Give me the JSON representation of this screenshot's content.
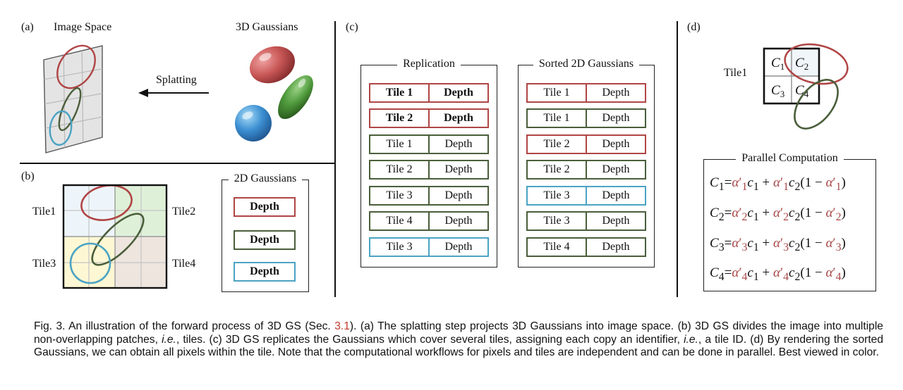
{
  "panel_a": {
    "label": "(a)",
    "image_space_title": "Image Space",
    "gaussians_title": "3D Gaussians",
    "arrow_label": "Splatting"
  },
  "panel_b": {
    "label": "(b)",
    "tiles": [
      "Tile1",
      "Tile2",
      "Tile3",
      "Tile4"
    ],
    "legend_title": "2D Gaussians",
    "legend_items": [
      {
        "text": "Depth",
        "color": "#b04545"
      },
      {
        "text": "Depth",
        "color": "#4a5e3a"
      },
      {
        "text": "Depth",
        "color": "#4ba3c3"
      }
    ]
  },
  "panel_c": {
    "label": "(c)",
    "replication": {
      "title": "Replication",
      "rows": [
        {
          "tile": "Tile 1",
          "depth": "Depth",
          "color": "#b04545",
          "bold": true
        },
        {
          "tile": "Tile 2",
          "depth": "Depth",
          "color": "#b04545",
          "bold": true
        },
        {
          "tile": "Tile 1",
          "depth": "Depth",
          "color": "#4a5e3a",
          "bold": false
        },
        {
          "tile": "Tile 2",
          "depth": "Depth",
          "color": "#4a5e3a",
          "bold": false
        },
        {
          "tile": "Tile 3",
          "depth": "Depth",
          "color": "#4a5e3a",
          "bold": false
        },
        {
          "tile": "Tile 4",
          "depth": "Depth",
          "color": "#4a5e3a",
          "bold": false
        },
        {
          "tile": "Tile 3",
          "depth": "Depth",
          "color": "#4ba3c3",
          "bold": false
        }
      ]
    },
    "sorted": {
      "title": "Sorted 2D Gaussians",
      "rows": [
        {
          "tile": "Tile 1",
          "depth": "Depth",
          "color": "#b04545"
        },
        {
          "tile": "Tile 1",
          "depth": "Depth",
          "color": "#4a5e3a"
        },
        {
          "tile": "Tile 2",
          "depth": "Depth",
          "color": "#b04545"
        },
        {
          "tile": "Tile 2",
          "depth": "Depth",
          "color": "#4a5e3a"
        },
        {
          "tile": "Tile 3",
          "depth": "Depth",
          "color": "#4ba3c3"
        },
        {
          "tile": "Tile 3",
          "depth": "Depth",
          "color": "#4a5e3a"
        },
        {
          "tile": "Tile 4",
          "depth": "Depth",
          "color": "#4a5e3a"
        }
      ]
    }
  },
  "panel_d": {
    "label": "(d)",
    "tile_label": "Tile1",
    "cells": [
      "C1",
      "C2",
      "C3",
      "C4"
    ],
    "parallel_title": "Parallel Computation",
    "equations": [
      "1",
      "2",
      "3",
      "4"
    ]
  },
  "caption": {
    "before_ref": "Fig. 3. An illustration of the forward process of 3D GS (Sec. ",
    "ref": "3.1",
    "after_ref": "). (a) The splatting step projects 3D Gaussians into image space. (b) 3D GS divides the image into multiple non-overlapping patches, ",
    "ie1": "i.e.",
    "mid1": ", tiles. (c) 3D GS replicates the Gaussians which cover several tiles, assigning each copy an identifier, ",
    "ie2": "i.e.",
    "end": ", a tile ID. (d) By rendering the sorted Gaussians, we can obtain all pixels within the tile. Note that the computational workflows for pixels and tiles are independent and can be done in parallel. Best viewed in color."
  },
  "colors": {
    "red": "#b04545",
    "green": "#4a5e3a",
    "blue": "#4ba3c3",
    "ref": "#c0392b"
  }
}
